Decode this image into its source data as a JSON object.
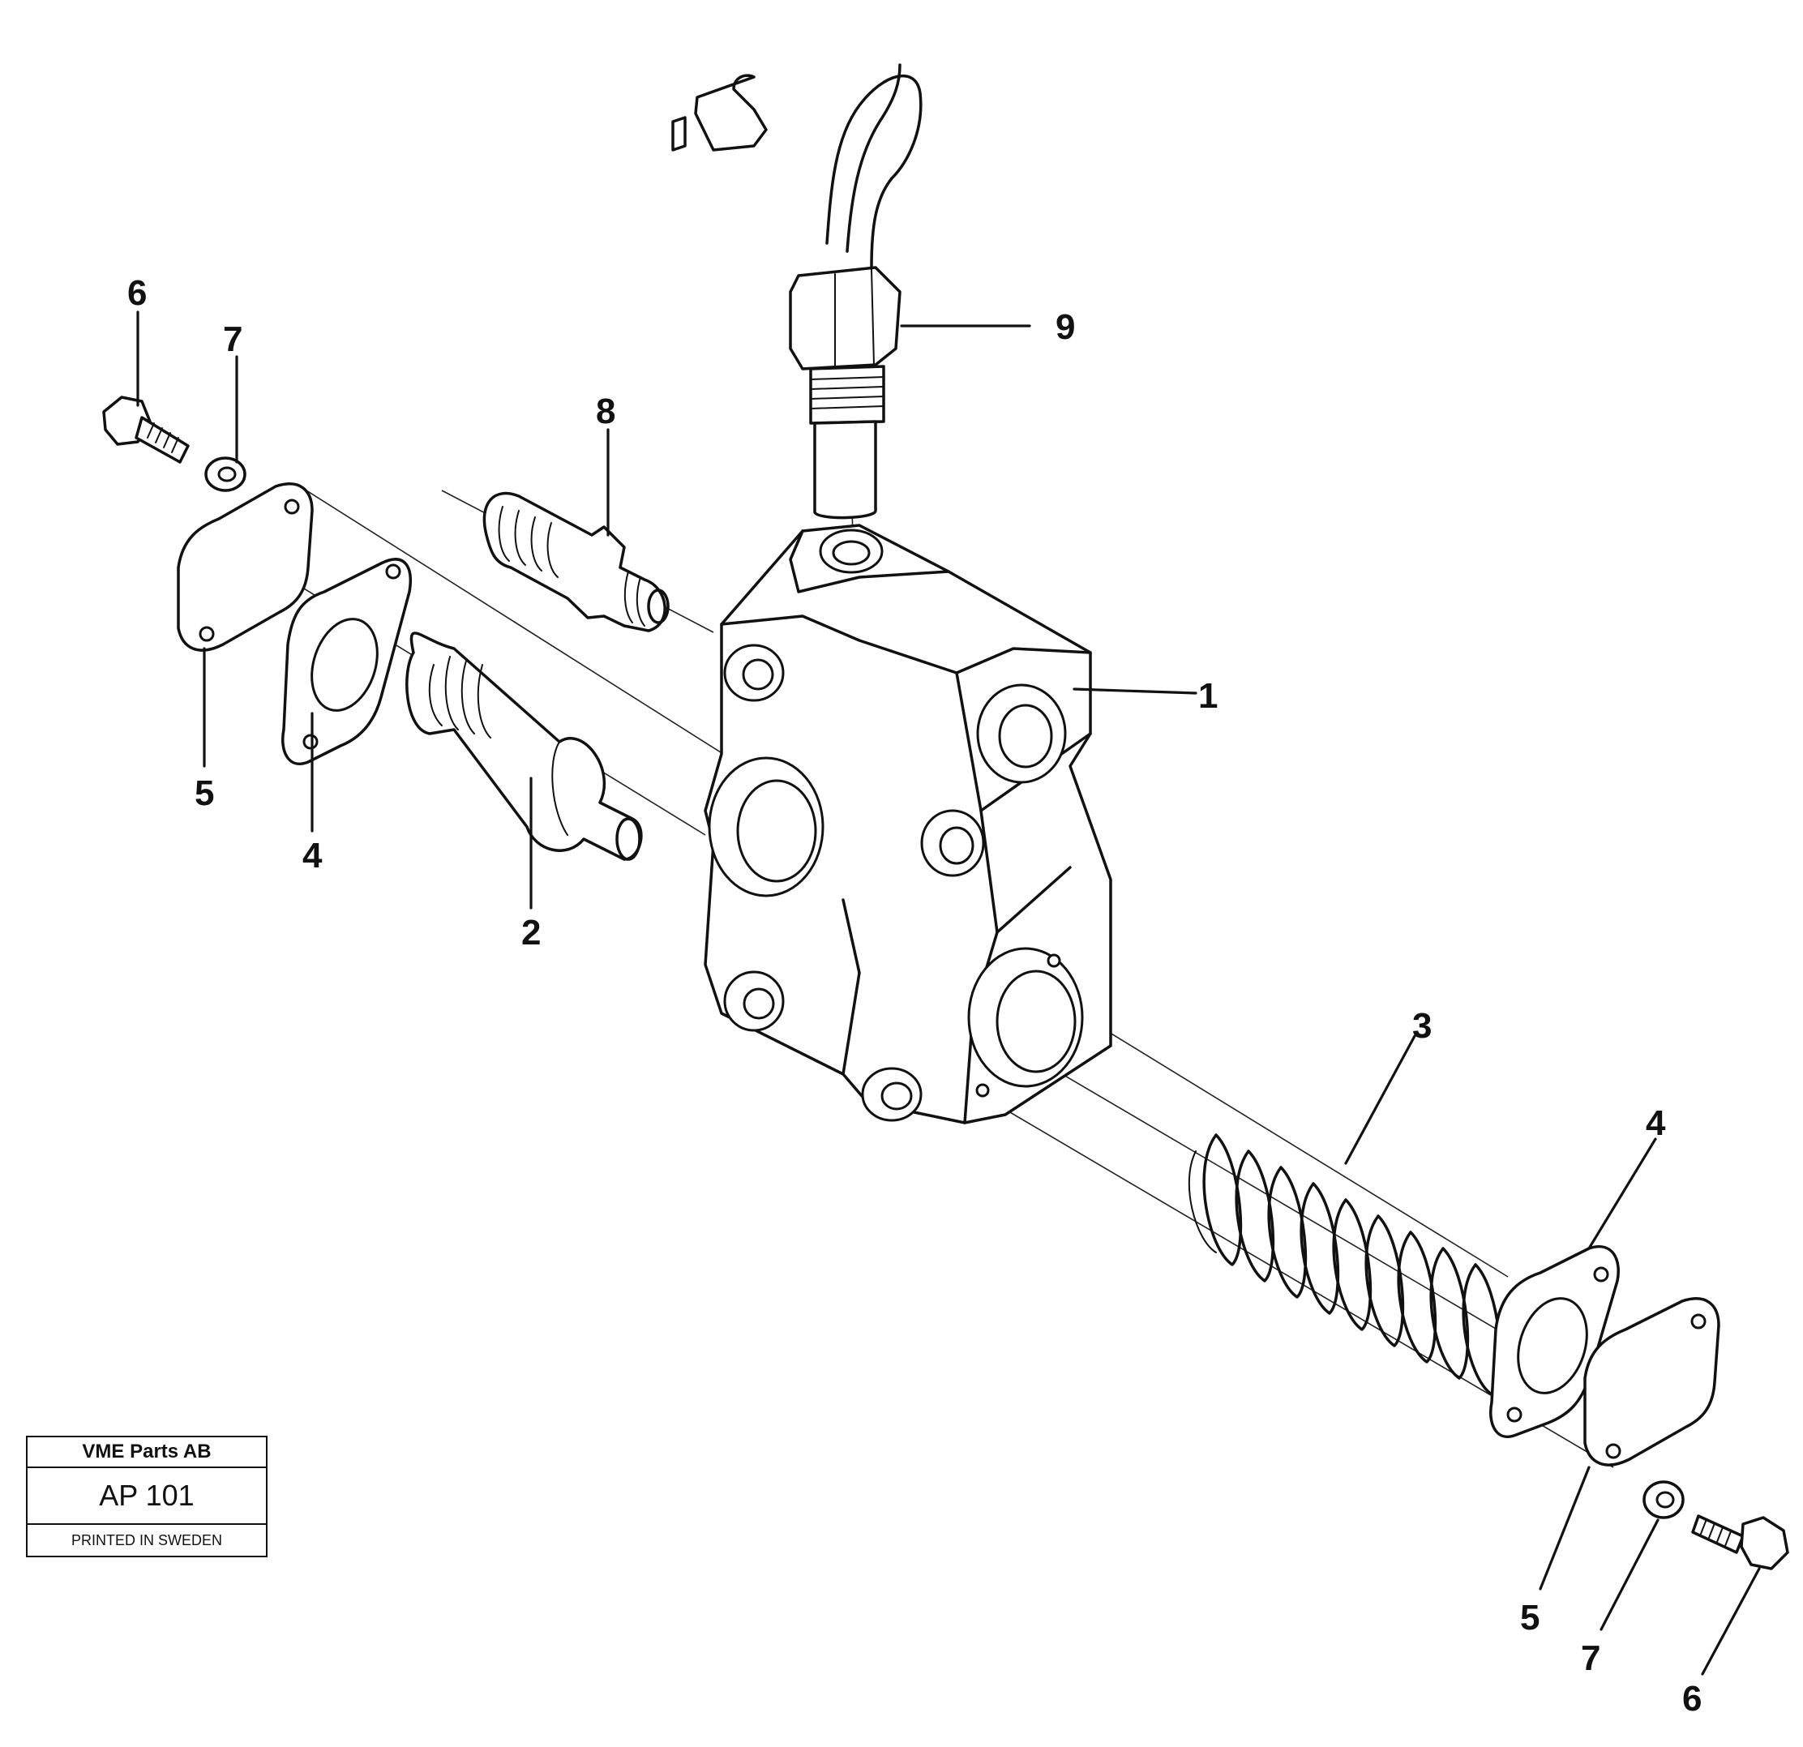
{
  "callouts": {
    "c1": "1",
    "c2": "2",
    "c3": "3",
    "c4_left": "4",
    "c4_right": "4",
    "c5_left": "5",
    "c5_right": "5",
    "c6_left": "6",
    "c6_right": "6",
    "c7_left": "7",
    "c7_right": "7",
    "c8": "8",
    "c9": "9"
  },
  "title_block": {
    "company": "VME Parts AB",
    "drawing_code": "AP 101",
    "printed": "PRINTED IN SWEDEN"
  }
}
